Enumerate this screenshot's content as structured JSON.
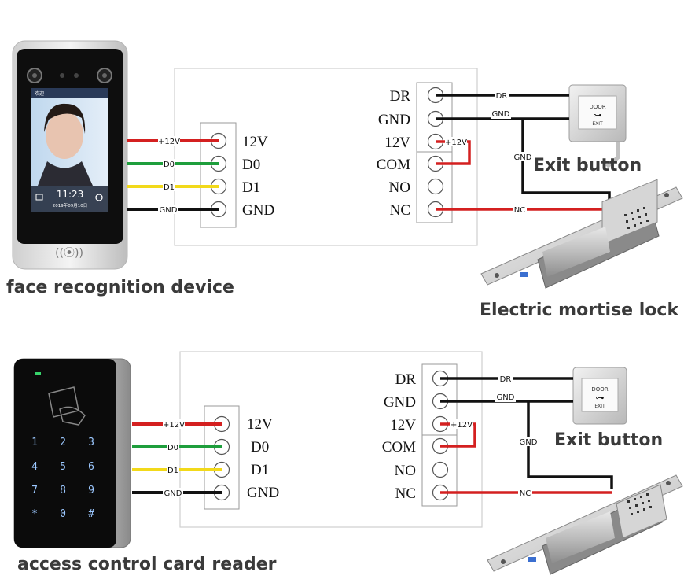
{
  "top": {
    "device_caption": "face recognition device",
    "lock_caption": "Electric mortise lock",
    "exit_caption": "Exit button",
    "screen_time": "11:23",
    "screen_date": "2019年09月10日",
    "screen_top_left": "欢迎",
    "left_terminals": [
      "12V",
      "D0",
      "D1",
      "GND"
    ],
    "right_terminals": [
      "DR",
      "GND",
      "12V",
      "COM",
      "NO",
      "NC"
    ],
    "left_wire_labels": [
      "+12V",
      "D0",
      "D1",
      "GND"
    ],
    "right_wire_labels": {
      "dr": "DR",
      "gnd": "GND",
      "v12": "+12V",
      "gnd_down": "GND",
      "nc": "NC"
    }
  },
  "bottom": {
    "device_caption": "access control card reader",
    "exit_caption": "Exit button",
    "keypad": [
      "1",
      "2",
      "3",
      "4",
      "5",
      "6",
      "7",
      "8",
      "9",
      "*",
      "0",
      "#"
    ],
    "left_terminals": [
      "12V",
      "D0",
      "D1",
      "GND"
    ],
    "right_terminals": [
      "DR",
      "GND",
      "12V",
      "COM",
      "NO",
      "NC"
    ],
    "left_wire_labels": [
      "+12V",
      "D0",
      "D1",
      "GND"
    ],
    "right_wire_labels": {
      "dr": "DR",
      "gnd": "GND",
      "v12": "+12V",
      "gnd_down": "GND",
      "nc": "NC"
    }
  },
  "exit_button_text": {
    "door": "DOOR",
    "exit": "EXIT"
  },
  "colors": {
    "red": "#d42020",
    "green": "#1e9e3c",
    "yellow": "#f2d91a",
    "black": "#111111"
  }
}
